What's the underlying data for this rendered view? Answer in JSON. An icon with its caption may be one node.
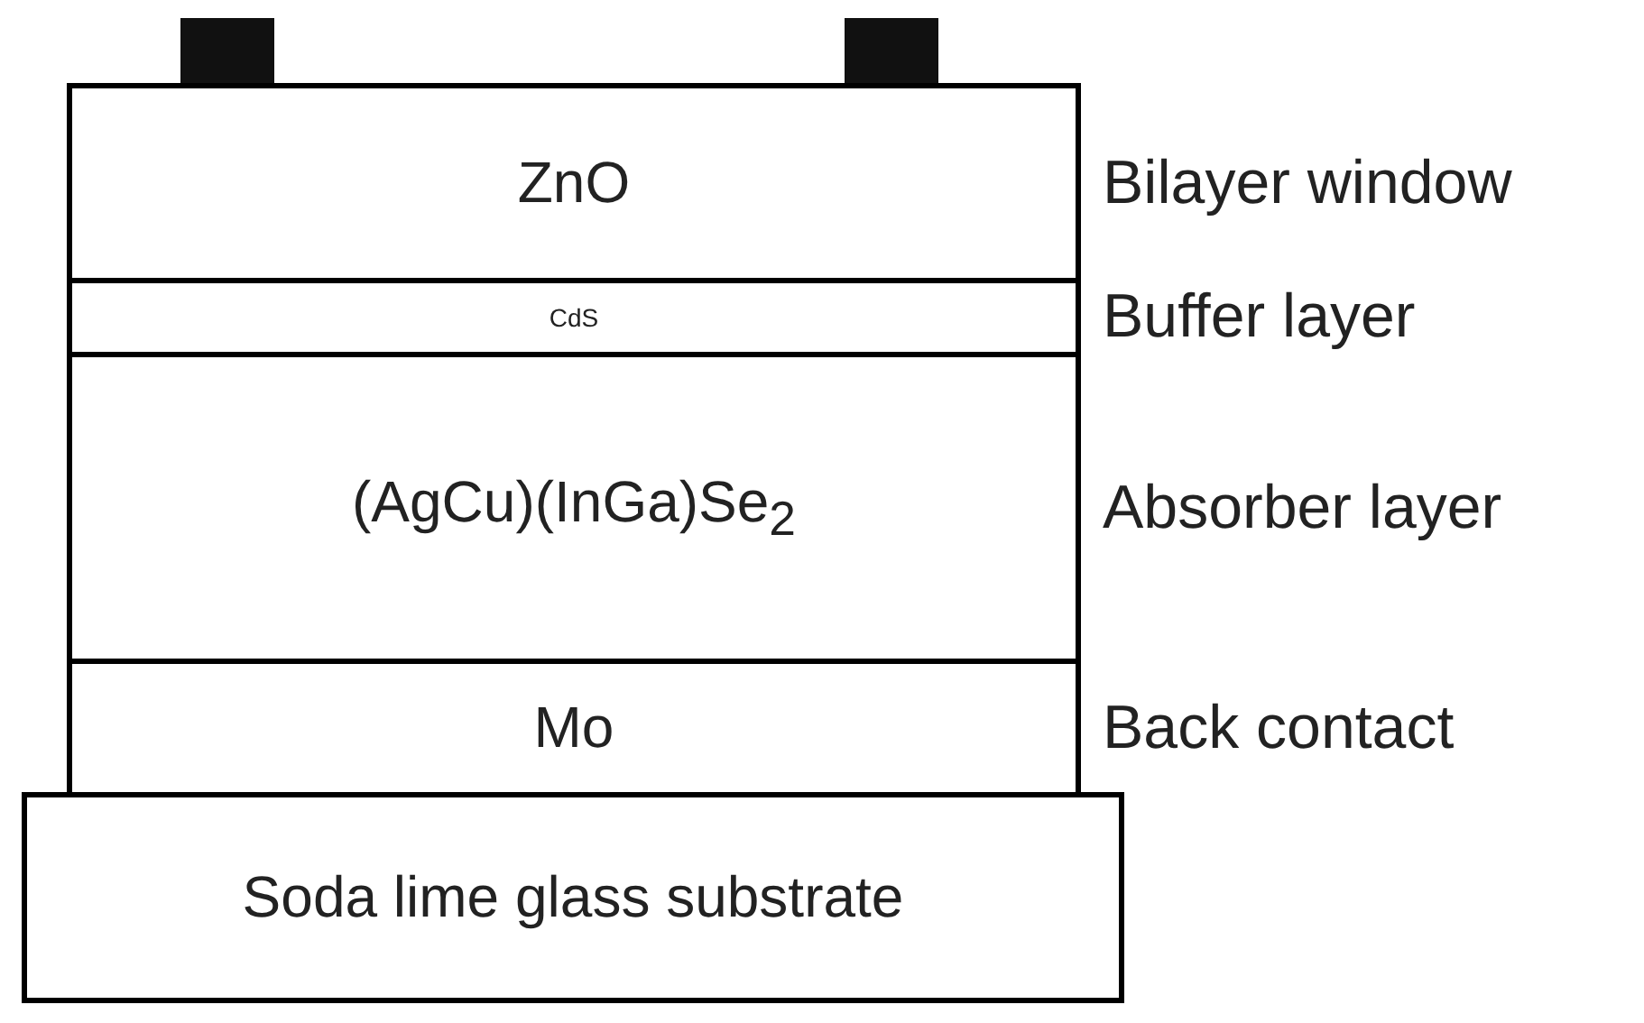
{
  "diagram": {
    "nodes": [
      {
        "text": [
          "ZnO"
        ],
        "beside": [
          "Bilayer window"
        ]
      },
      {
        "text": [
          "CdS"
        ],
        "beside": [
          "Buffer layer"
        ]
      },
      {
        "text": [
          "(AgCu)(InGa)Se$_{2}$"
        ],
        "beside": [
          "Absorber layer"
        ]
      },
      {
        "text": [
          "Mo"
        ],
        "beside": [
          "Back contact"
        ]
      },
      {
        "text": [
          "Soda lime glass substrate"
        ]
      }
    ]
  }
}
